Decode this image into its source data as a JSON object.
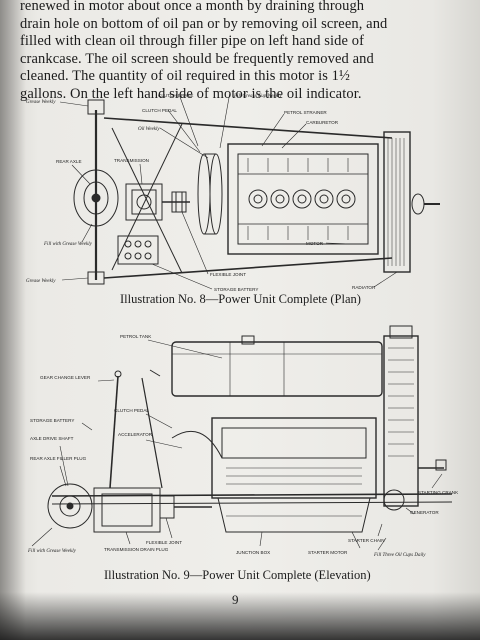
{
  "body_text": {
    "line1": "renewed in motor about once a month by draining through",
    "line2": "drain hole on bottom of oil pan or by removing oil screen, and",
    "line3": "filled with clean oil through filler pipe on left hand side of",
    "line4": "crankcase.  The oil screen should be frequently removed and",
    "line5": "cleaned.  The quantity of oil required in this motor is 1½",
    "line6": "gallons.  On the left hand side of motor is the oil indicator."
  },
  "figure_plan": {
    "caption": "Illustration No. 8—Power Unit Complete (Plan)",
    "labels": {
      "clutch_brake": "CLUTCH BRAKE",
      "fill_grease_cup": "Fill Grease Cup Weekly",
      "grease_weekly_top": "Grease Weekly",
      "clutch_pedal": "CLUTCH PEDAL",
      "petrol_strainer": "PETROL STRAINER",
      "oil_weekly": "Oil Weekly",
      "carburetor": "CARBURETOR",
      "rear_axle": "REAR AXLE",
      "transmission": "TRANSMISSION",
      "fill_with_grease": "Fill with Grease Weekly",
      "motor": "MOTOR",
      "flexible_joint": "FLEXIBLE JOINT",
      "grease_weekly_bottom": "Grease Weekly",
      "storage_battery": "STORAGE BATTERY",
      "radiator": "RADIATOR"
    }
  },
  "figure_elevation": {
    "caption": "Illustration No. 9—Power Unit Complete (Elevation)",
    "labels": {
      "petrol_tank": "PETROL TANK",
      "gear_change_lever": "GEAR CHANGE LEVER",
      "storage_battery": "STORAGE BATTERY",
      "clutch_pedal": "CLUTCH PEDAL",
      "axle_drive_shaft": "AXLE DRIVE SHAFT",
      "accelerator": "ACCELERATOR",
      "rear_axle_filler_plug": "REAR AXLE FILLER PLUG",
      "starting_crank": "STARTING CRANK",
      "generator": "GENERATOR",
      "flexible_joint": "FLEXIBLE JOINT",
      "starter_chain": "STARTER CHAIN",
      "fill_with_grease_weekly": "Fill with Grease Weekly",
      "transmission_drain_plug": "TRANSMISSION DRAIN PLUG",
      "junction_box": "JUNCTION BOX",
      "starter_motor": "STARTER MOTOR",
      "fill_three_oil_cups": "Fill Three Oil Cups Daily"
    }
  },
  "page_number": "9"
}
